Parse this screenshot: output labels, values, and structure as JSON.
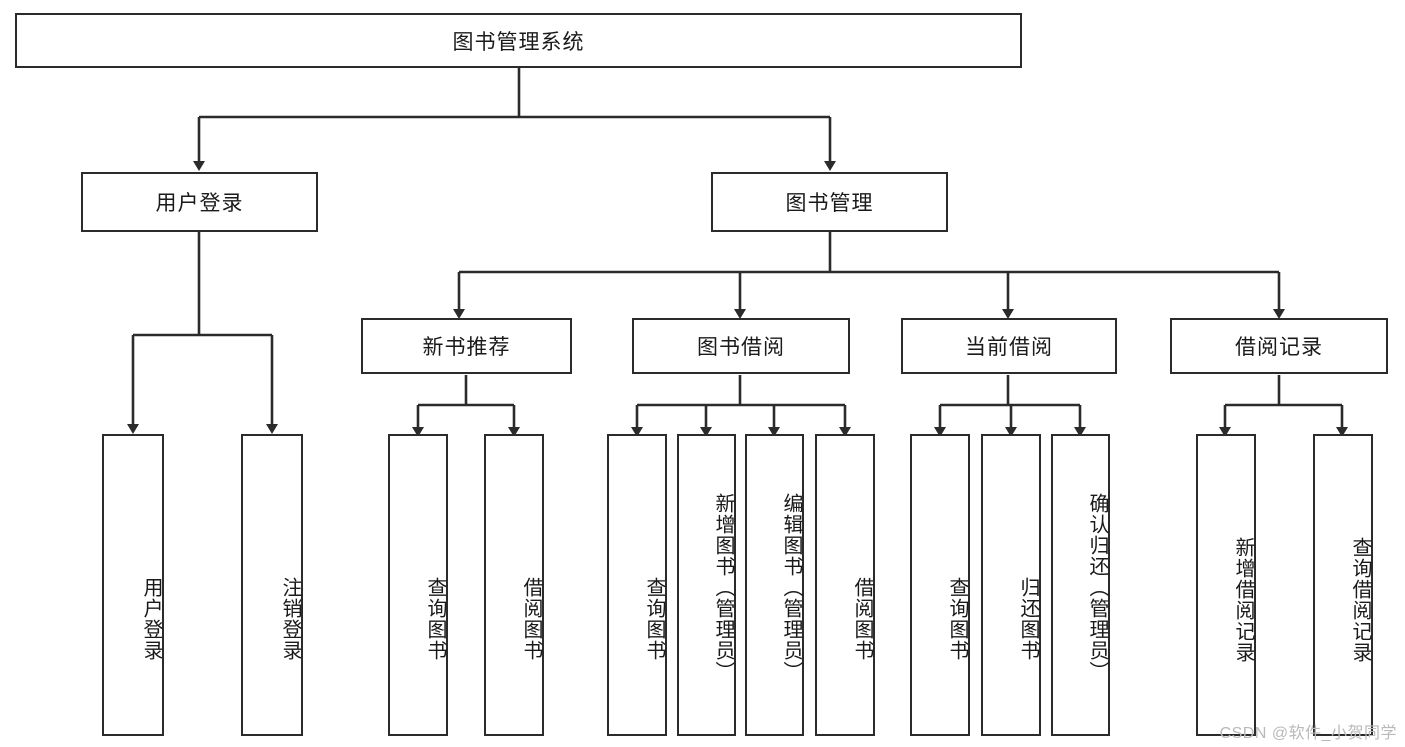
{
  "diagram": {
    "type": "tree",
    "title": "图书管理系统",
    "levels": {
      "root": {
        "label": "图书管理系统"
      },
      "level2": [
        {
          "id": "user-login",
          "label": "用户登录"
        },
        {
          "id": "book-management",
          "label": "图书管理"
        }
      ],
      "level3": [
        {
          "id": "new-book-recommend",
          "label": "新书推荐",
          "parent": "book-management"
        },
        {
          "id": "book-borrow",
          "label": "图书借阅",
          "parent": "book-management"
        },
        {
          "id": "current-borrow",
          "label": "当前借阅",
          "parent": "book-management"
        },
        {
          "id": "borrow-record",
          "label": "借阅记录",
          "parent": "book-management"
        }
      ],
      "leaves": [
        {
          "id": "leaf-user-login",
          "label": "用户登录",
          "parent": "user-login"
        },
        {
          "id": "leaf-logout-login",
          "label": "注销登录",
          "parent": "user-login"
        },
        {
          "id": "leaf-query-book-1",
          "label": "查询图书",
          "parent": "new-book-recommend"
        },
        {
          "id": "leaf-borrow-book-1",
          "label": "借阅图书",
          "parent": "new-book-recommend"
        },
        {
          "id": "leaf-query-book-2",
          "label": "查询图书",
          "parent": "book-borrow"
        },
        {
          "id": "leaf-add-book",
          "label": "新增图书（管理员）",
          "parent": "book-borrow"
        },
        {
          "id": "leaf-edit-book",
          "label": "编辑图书（管理员）",
          "parent": "book-borrow"
        },
        {
          "id": "leaf-borrow-book-2",
          "label": "借阅图书",
          "parent": "book-borrow"
        },
        {
          "id": "leaf-query-book-3",
          "label": "查询图书",
          "parent": "current-borrow"
        },
        {
          "id": "leaf-return-book",
          "label": "归还图书",
          "parent": "current-borrow"
        },
        {
          "id": "leaf-confirm-return",
          "label": "确认归还（管理员）",
          "parent": "current-borrow"
        },
        {
          "id": "leaf-add-record",
          "label": "新增借阅记录",
          "parent": "borrow-record"
        },
        {
          "id": "leaf-query-record",
          "label": "查询借阅记录",
          "parent": "borrow-record"
        }
      ]
    }
  },
  "watermark": {
    "text": "CSDN @软件_小贺同学"
  },
  "colors": {
    "stroke": "#2b2b2b",
    "background": "#ffffff",
    "text": "#1a1a1a",
    "watermark": "#b9b9b9"
  }
}
